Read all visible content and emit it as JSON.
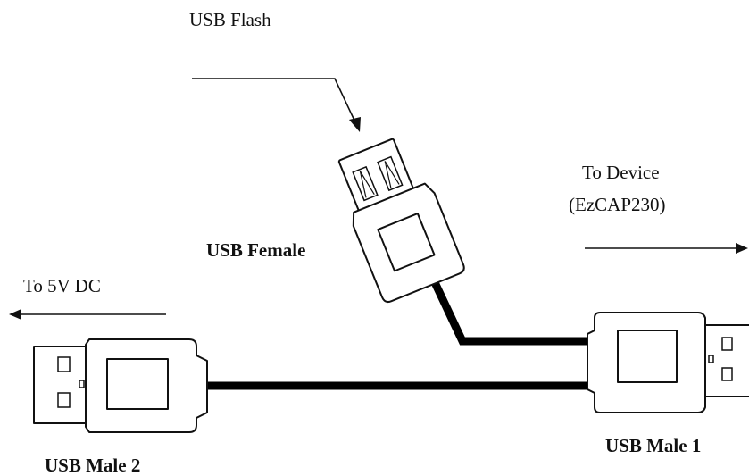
{
  "labels": {
    "usb_flash": "USB Flash",
    "to_device_line1": "To Device",
    "to_device_line2": "(EzCAP230)",
    "usb_female": "USB Female",
    "to_5v_dc": "To 5V DC",
    "usb_male_2": "USB Male 2",
    "usb_male_1": "USB Male 1"
  },
  "icons": {
    "usb_flash_arrow": "arrow-bent-down",
    "to_device_arrow": "arrow-right",
    "to_5v_arrow": "arrow-left",
    "usb_female_connector": "usb-female-connector",
    "usb_male_2_connector": "usb-male-connector",
    "usb_male_1_connector": "usb-male-connector",
    "cable": "usb-y-cable"
  },
  "colors": {
    "background": "#ffffff",
    "ink": "#111111",
    "cable": "#000000"
  }
}
